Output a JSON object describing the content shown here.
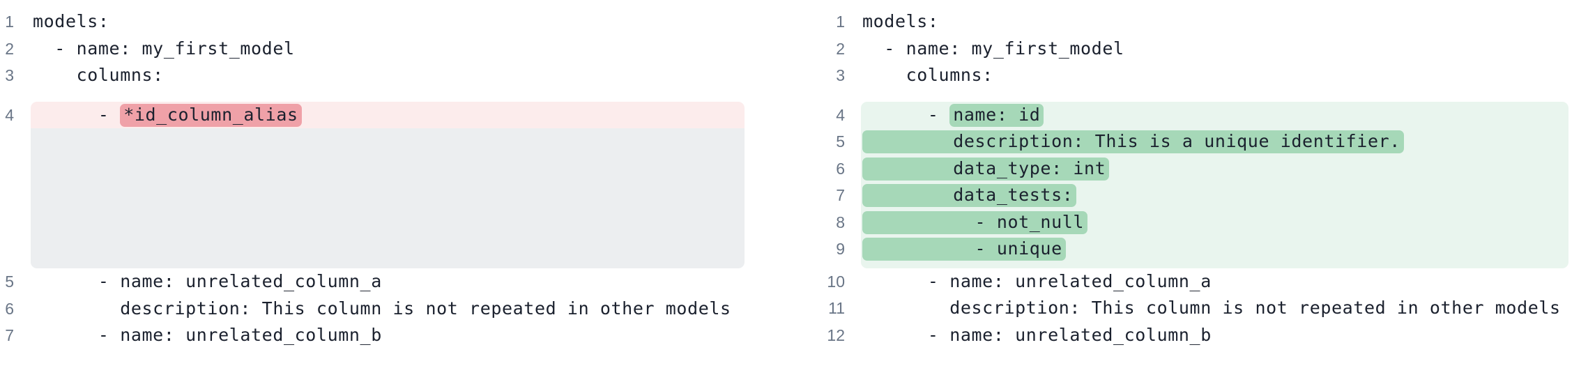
{
  "colors": {
    "removed_line_bg": "#fcecec",
    "removed_token_bg": "#efa1a8",
    "omitted_lines_bg": "#eceef0",
    "added_line_bg": "#e9f5ee",
    "added_token_bg": "#a6d8b8",
    "code_text": "#1b212e",
    "line_number_text": "#697586"
  },
  "panes": [
    {
      "name": "before",
      "lines": [
        {
          "num": "1",
          "parts": [
            {
              "text": "models:"
            }
          ]
        },
        {
          "num": "2",
          "parts": [
            {
              "text": "  - name: my_first_model"
            }
          ]
        },
        {
          "num": "3",
          "parts": [
            {
              "text": "    columns:"
            }
          ]
        },
        {
          "num": "4",
          "group": "removed-block",
          "parts": [
            {
              "text": "      - "
            },
            {
              "text": "*id_column_alias",
              "mark": "removed"
            }
          ]
        },
        {
          "filler": true,
          "group": "removed-block"
        },
        {
          "num": "5",
          "parts": [
            {
              "text": "      - name: unrelated_column_a"
            }
          ]
        },
        {
          "num": "6",
          "parts": [
            {
              "text": "        description: This column is not repeated in other models"
            }
          ]
        },
        {
          "num": "7",
          "parts": [
            {
              "text": "      - name: unrelated_column_b"
            }
          ]
        }
      ]
    },
    {
      "name": "after",
      "lines": [
        {
          "num": "1",
          "parts": [
            {
              "text": "models:"
            }
          ]
        },
        {
          "num": "2",
          "parts": [
            {
              "text": "  - name: my_first_model"
            }
          ]
        },
        {
          "num": "3",
          "parts": [
            {
              "text": "    columns:"
            }
          ]
        },
        {
          "num": "4",
          "group": "added-block",
          "parts": [
            {
              "text": "      - "
            },
            {
              "text": "name: id",
              "mark": "added"
            }
          ]
        },
        {
          "num": "5",
          "group": "added-block",
          "parts": [
            {
              "text": "        description: This is a unique identifier.",
              "mark": "added"
            }
          ]
        },
        {
          "num": "6",
          "group": "added-block",
          "parts": [
            {
              "text": "        data_type: int",
              "mark": "added"
            }
          ]
        },
        {
          "num": "7",
          "group": "added-block",
          "parts": [
            {
              "text": "        data_tests:",
              "mark": "added"
            }
          ]
        },
        {
          "num": "8",
          "group": "added-block",
          "parts": [
            {
              "text": "          - not_null",
              "mark": "added"
            }
          ]
        },
        {
          "num": "9",
          "group": "added-block",
          "parts": [
            {
              "text": "          - unique",
              "mark": "added"
            }
          ]
        },
        {
          "num": "10",
          "parts": [
            {
              "text": "      - name: unrelated_column_a"
            }
          ]
        },
        {
          "num": "11",
          "parts": [
            {
              "text": "        description: This column is not repeated in other models"
            }
          ]
        },
        {
          "num": "12",
          "parts": [
            {
              "text": "      - name: unrelated_column_b"
            }
          ]
        }
      ]
    }
  ]
}
